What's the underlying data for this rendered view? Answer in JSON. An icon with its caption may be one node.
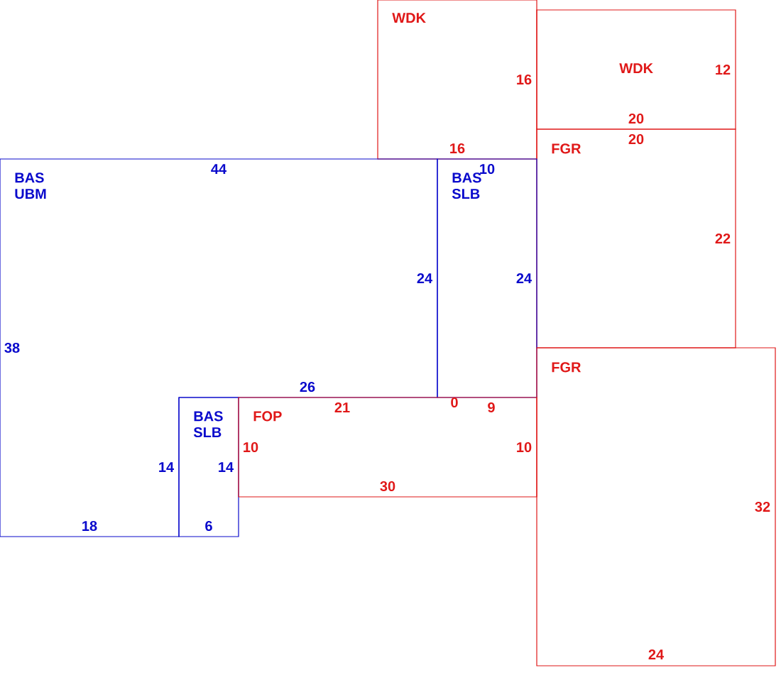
{
  "diagram": {
    "nodes": [
      {
        "text": [
          "WDK",
          "16",
          "16"
        ]
      },
      {
        "text": [
          "WDK",
          "12",
          "20"
        ]
      },
      {
        "text": [
          "FGR",
          "20",
          "22"
        ]
      },
      {
        "text": [
          "BAS UBM",
          "44",
          "24",
          "38",
          "26",
          "14",
          "18"
        ]
      },
      {
        "text": [
          "BAS SLB",
          "10",
          "24"
        ]
      },
      {
        "text": [
          "BAS SLB",
          "14",
          "6"
        ]
      },
      {
        "text": [
          "FOP",
          "21",
          "0",
          "9",
          "10",
          "10",
          "30"
        ]
      },
      {
        "text": [
          "FGR",
          "32",
          "24"
        ]
      }
    ]
  }
}
